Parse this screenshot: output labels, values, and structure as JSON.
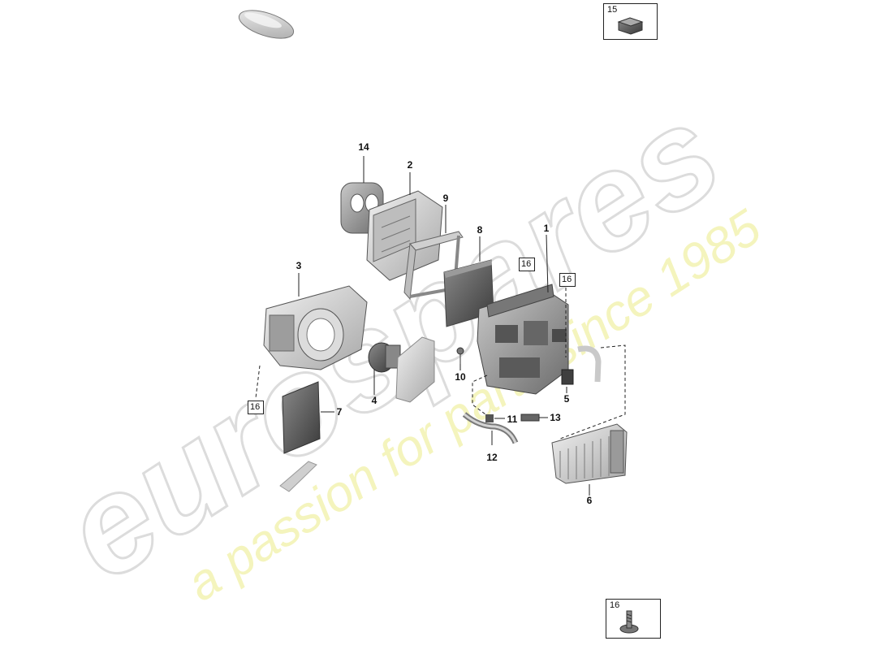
{
  "watermark": {
    "brand": "eurospares",
    "tagline": "a passion for parts since 1985"
  },
  "callouts": [
    {
      "id": "c1",
      "label": "1"
    },
    {
      "id": "c2",
      "label": "2"
    },
    {
      "id": "c3",
      "label": "3"
    },
    {
      "id": "c4",
      "label": "4"
    },
    {
      "id": "c5",
      "label": "5"
    },
    {
      "id": "c6",
      "label": "6"
    },
    {
      "id": "c7",
      "label": "7"
    },
    {
      "id": "c8",
      "label": "8"
    },
    {
      "id": "c9",
      "label": "9"
    },
    {
      "id": "c10",
      "label": "10"
    },
    {
      "id": "c11",
      "label": "11"
    },
    {
      "id": "c12",
      "label": "12"
    },
    {
      "id": "c13",
      "label": "13"
    },
    {
      "id": "c14",
      "label": "14"
    }
  ],
  "boxed_refs": [
    {
      "id": "b16a",
      "label": "16"
    },
    {
      "id": "b16b",
      "label": "16"
    },
    {
      "id": "b16c",
      "label": "16"
    }
  ],
  "detail_boxes": [
    {
      "id": "d15",
      "label": "15"
    },
    {
      "id": "d16",
      "label": "16"
    }
  ]
}
